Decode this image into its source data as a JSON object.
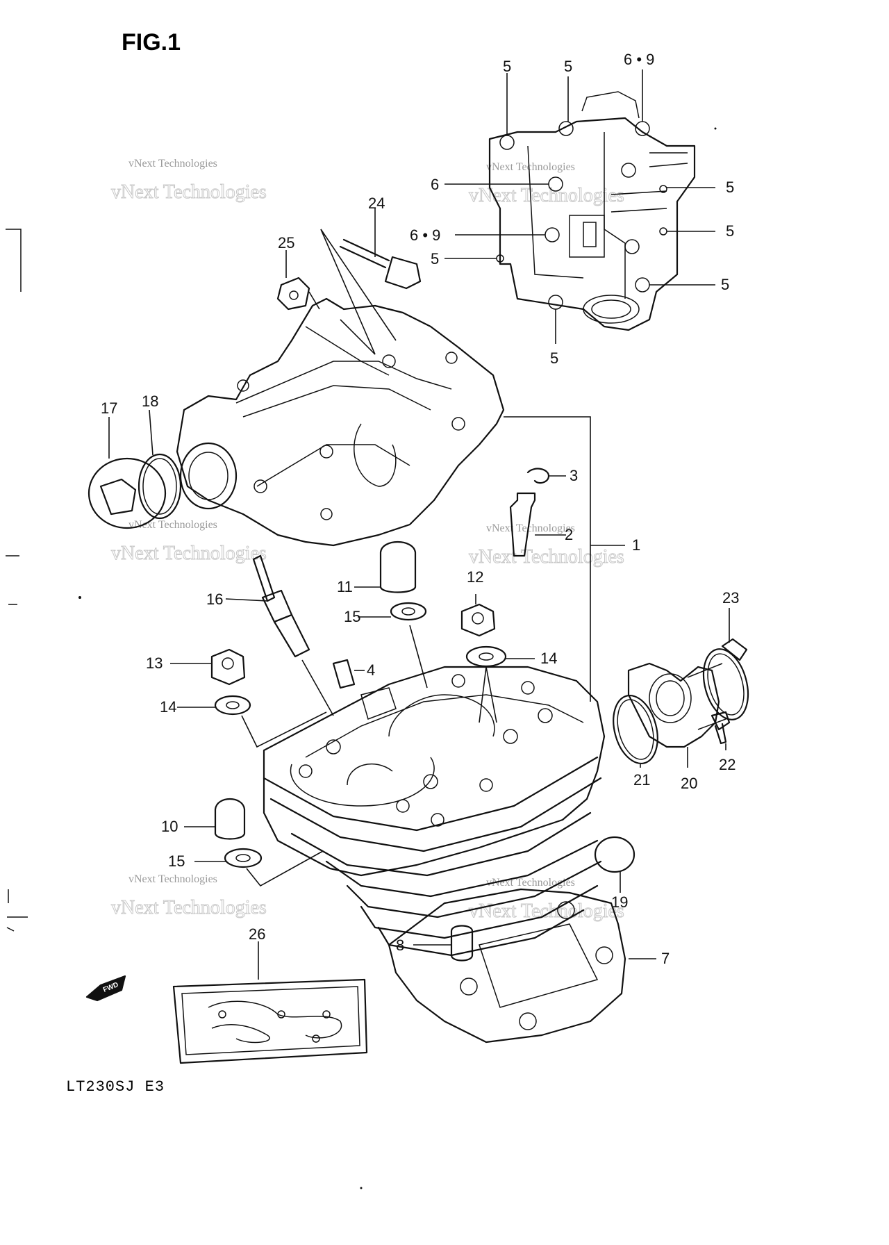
{
  "figure": {
    "title": "FIG.1",
    "model_code": "LT230SJ  E3"
  },
  "watermark": {
    "line1": "vNext Technologies",
    "line2": "vNext Technologies"
  },
  "callouts": {
    "c1": "1",
    "c2": "2",
    "c3": "3",
    "c4": "4",
    "c5a": "5",
    "c5b": "5",
    "c5c": "5",
    "c5d": "5",
    "c5e": "5",
    "c5f": "5",
    "c5g": "5",
    "c6": "6",
    "c69a": "6 • 9",
    "c69b": "6 • 9",
    "c7": "7",
    "c8": "8",
    "c10": "10",
    "c11": "11",
    "c12": "12",
    "c13": "13",
    "c14a": "14",
    "c14b": "14",
    "c15a": "15",
    "c15b": "15",
    "c16": "16",
    "c17": "17",
    "c18": "18",
    "c19": "19",
    "c20": "20",
    "c21": "21",
    "c22": "22",
    "c23": "23",
    "c24": "24",
    "c25": "25",
    "c26": "26"
  },
  "fwd_badge": "FWD"
}
